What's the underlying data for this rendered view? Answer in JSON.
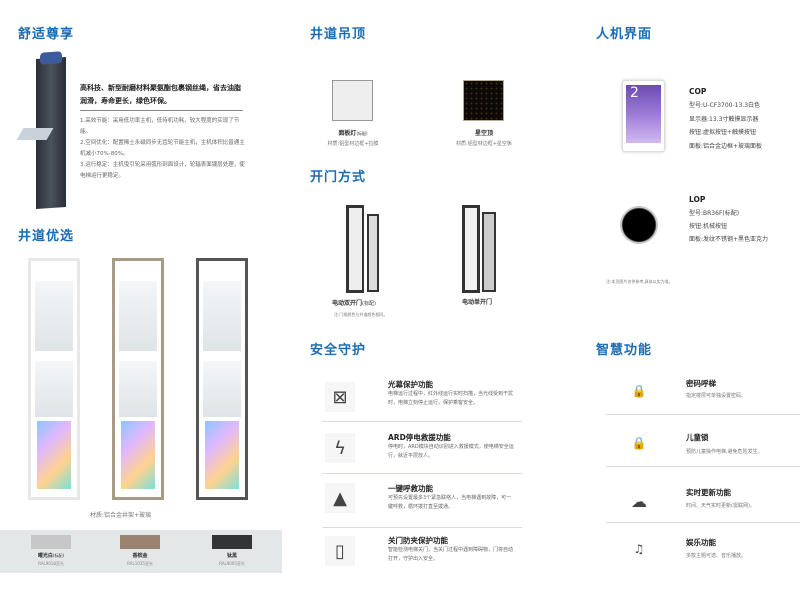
{
  "comfort": {
    "title": "舒适尊享",
    "lead": "高科技、新型耐磨材料聚氨酯包裹钢丝绳，省去油脂润滑，寿命更长，绿色环保。",
    "points": [
      "1.高效节能：采用低功率主机，低待机功耗，较大程度的实现了节能。",
      "2.空间优化：配置稀土永磁同步无齿轮节能主机，主机体积比普通主机减小70%-80%。",
      "3.运行稳定：主机曳引轮采用弧形剖面设计，轮辐表面镀层处理，使电梯运行更稳定。"
    ]
  },
  "shaft": {
    "title": "井道优选",
    "material": "材质:铝合金井架+玻璃",
    "colors": [
      {
        "name": "曜光白",
        "tag": "(标配)",
        "code": "RAL9018亚光",
        "hex": "#c7c7c7"
      },
      {
        "name": "香槟金",
        "tag": "",
        "code": "RAL1035亚光",
        "hex": "#9a8470"
      },
      {
        "name": "钛黑",
        "tag": "",
        "code": "RAL9005亚光",
        "hex": "#333435"
      }
    ]
  },
  "ceiling": {
    "title": "井道吊顶",
    "items": [
      {
        "name": "面板灯",
        "tag": "(标配)",
        "material": "材质:铝型材边框+拉膜"
      },
      {
        "name": "星空顶",
        "tag": "",
        "material": "材质:铝型材边框+星空板"
      }
    ]
  },
  "door": {
    "title": "开门方式",
    "items": [
      {
        "name": "电动双开门",
        "tag": "(标配)"
      },
      {
        "name": "电动单开门",
        "tag": ""
      }
    ],
    "note": "注:门框颜色与井道颜色相同。"
  },
  "safety": {
    "title": "安全守护",
    "items": [
      {
        "icon": "light-curtain-icon",
        "title": "光幕保护功能",
        "desc": "电梯运行过程中，红外线运行实时扫描，当光线受到干扰时，电梯立刻停止运行，保护乘客安全。"
      },
      {
        "icon": "power-failure-icon",
        "title": "ARD停电救援功能",
        "desc": "停电时，ARD模块自动识别进入救援模式，使电梯安全运行，就近平层放人。"
      },
      {
        "icon": "alarm-light-icon",
        "title": "一键呼救功能",
        "desc": "可预先设置最多3个紧急联络人，当电梯遇到故障，可一键呼救，循环拨打直至拨通。"
      },
      {
        "icon": "door-protection-icon",
        "title": "关门防夹保护功能",
        "desc": "智能检测电梯关门，当关门过程中遇到障碍物，门将自动打开，守护出入安全。"
      }
    ]
  },
  "hmi": {
    "title": "人机界面",
    "cop": {
      "title": "COP",
      "rows": [
        "型号:U-CF3700-13.3白色",
        "显示器:13.3寸触摸显示器",
        "按钮:虚拟按钮+触摸按钮",
        "面板:铝合金边框+玻璃面板"
      ],
      "screen_floor": "2"
    },
    "lop": {
      "title": "LOP",
      "rows": [
        "型号:BR36F(标配)",
        "按钮:机械按钮",
        "面板:发纹不锈钢+黑色亚克力"
      ]
    },
    "note": "注:本页图片仅供参考,具体以实为准。"
  },
  "smart": {
    "title": "智慧功能",
    "items": [
      {
        "icon": "password-lock-icon",
        "title": "密码呼梯",
        "desc": "指定楼层可单独设置密码。"
      },
      {
        "icon": "child-lock-icon",
        "title": "儿童锁",
        "desc": "预防儿童操作电梯,避免危险发生。"
      },
      {
        "icon": "cloud-update-icon",
        "title": "实时更新功能",
        "desc": "时间、天气实时更新(需联网)。"
      },
      {
        "icon": "music-icon",
        "title": "娱乐功能",
        "desc": "多款主题可选、音乐播放。"
      }
    ]
  }
}
